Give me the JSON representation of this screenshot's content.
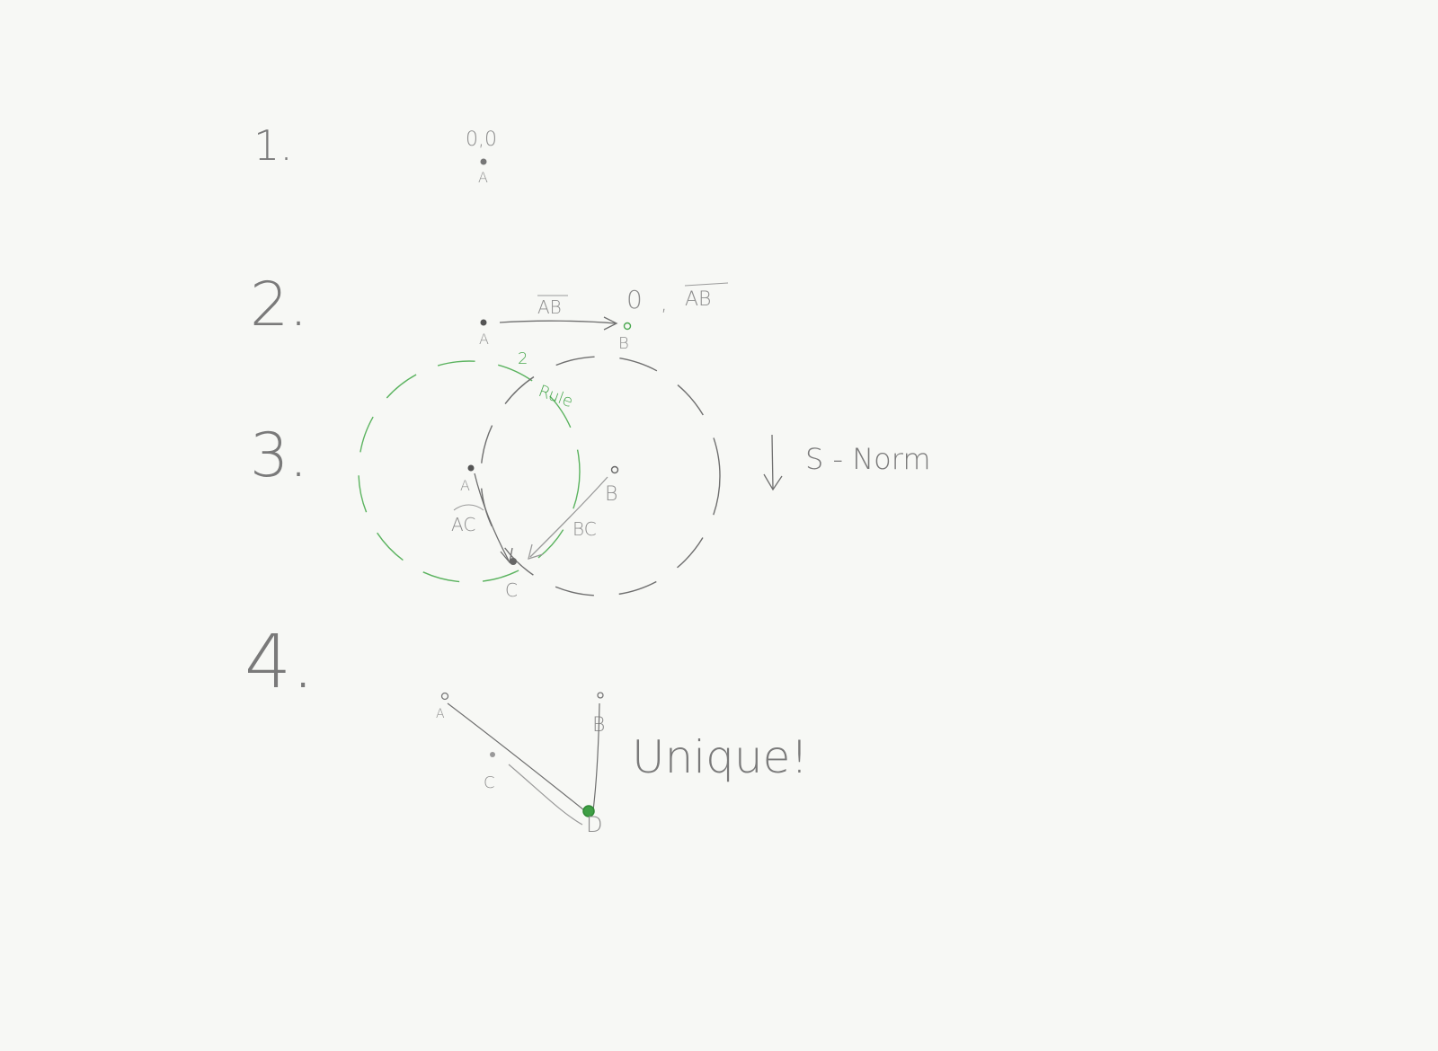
{
  "steps": {
    "s1": "1.",
    "s2": "2.",
    "s3": "3.",
    "s4": "4."
  },
  "step1": {
    "origin_label": "0,0",
    "point_label": "A"
  },
  "step2": {
    "point_a": "A",
    "point_b": "B",
    "vector_label": "AB",
    "b_coords_zero": "0",
    "b_coords_sep": ",",
    "b_coords_vec": "AB"
  },
  "step3": {
    "radius_label": "2",
    "radius_word": "Rule",
    "point_a": "A",
    "point_b": "B",
    "point_c": "C",
    "ac_label": "AC",
    "bc_label": "BC",
    "arrow_note": "S - Norm"
  },
  "step4": {
    "point_a": "A",
    "point_b": "B",
    "point_c": "C",
    "point_d": "D",
    "conclusion": "Unique!"
  },
  "colors": {
    "ink": "#6f6f6f",
    "green": "#5bb35f",
    "paper": "#f7f8f5"
  }
}
